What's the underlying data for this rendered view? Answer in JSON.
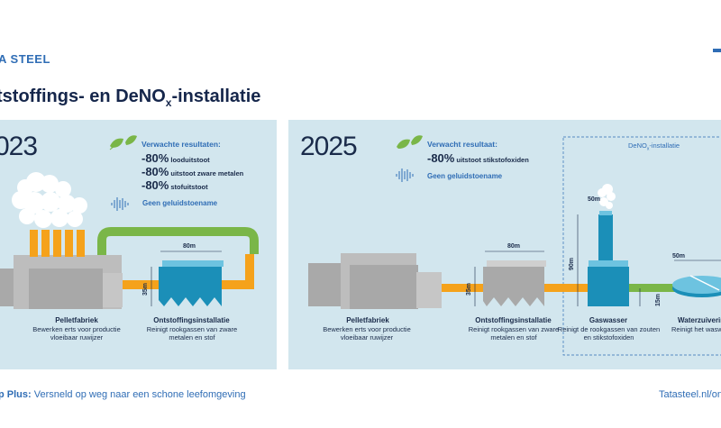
{
  "header": {
    "brand": "A STEEL",
    "title_main": "tstoffings- en DeNO",
    "title_sub": "x",
    "title_end": "-installatie"
  },
  "panel_2023": {
    "year": "023",
    "results_title": "Verwachte resultaten:",
    "results": [
      {
        "pct": "-80%",
        "text": "looduitstoot"
      },
      {
        "pct": "-80%",
        "text": "uitstoot zware metalen"
      },
      {
        "pct": "-80%",
        "text": "stofuitstoot"
      }
    ],
    "noise": "Geen geluidstoename",
    "dim_width": "80m",
    "dim_height": "35m",
    "pellet_title": "Pelletfabriek",
    "pellet_desc": "Bewerken erts voor productie vloeibaar ruwijzer",
    "onst_title": "Ontstoffingsinstallatie",
    "onst_desc": "Reinigt rookgassen van zware metalen en stof"
  },
  "panel_2025": {
    "year": "2025",
    "results_title": "Verwacht resultaat:",
    "results": [
      {
        "pct": "-80%",
        "text": "uitstoot stikstofoxiden"
      }
    ],
    "noise": "Geen geluidstoename",
    "deno_label_main": "DeNO",
    "deno_label_sub": "x",
    "deno_label_end": "-installatie",
    "dim_onst_width": "80m",
    "dim_onst_height": "35m",
    "dim_stack": "50m",
    "dim_gas_height": "90m",
    "dim_gas_15": "15m",
    "dim_water": "50m",
    "pellet_title": "Pelletfabriek",
    "pellet_desc": "Bewerken erts voor productie vloeibaar ruwijzer",
    "onst_title": "Ontstoffingsinstallatie",
    "onst_desc": "Reinigt rookgassen van zware metalen en stof",
    "gas_title": "Gaswasser",
    "gas_desc": "Reinigt de rookgassen van zouten en stikstofoxiden",
    "water_title": "Waterzuivering",
    "water_desc": "Reinigt het waswater"
  },
  "footer": {
    "left_bold": "p Plus:",
    "left_rest": " Versneld op weg naar een schone leefomgeving",
    "right": "Tatasteel.nl/on"
  },
  "colors": {
    "panel": "#d2e6ee",
    "accent_blue": "#2f6db5",
    "navy": "#1a2b4a",
    "orange": "#f5a21b",
    "green": "#7ab648",
    "teal": "#1b8fb8",
    "grey": "#b8b8b8"
  }
}
